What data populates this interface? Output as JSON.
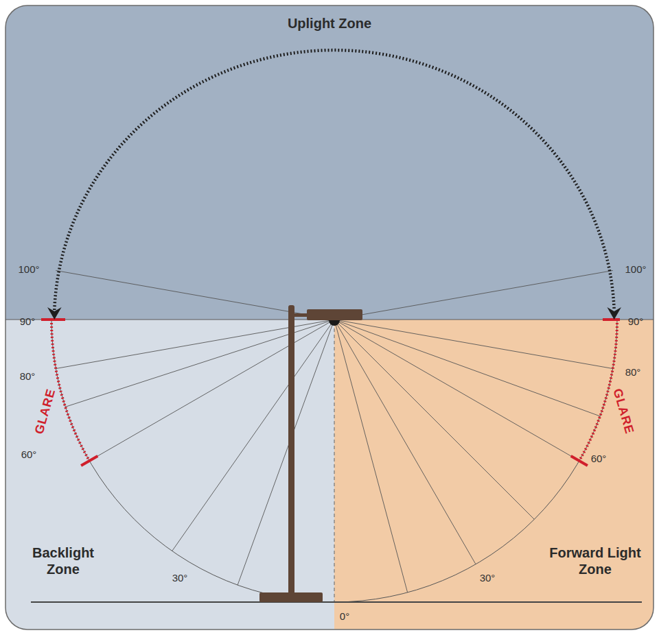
{
  "diagram": {
    "nodes": [
      {
        "text": [
          "Uplight Zone"
        ]
      },
      {
        "text": [
          "Backlight Zone"
        ]
      },
      {
        "text": [
          "Forward Light Zone"
        ]
      }
    ],
    "labels": [
      "100°",
      "100°",
      "90°",
      "90°",
      "80°",
      "80°",
      "GLARE",
      "GLARE",
      "60°",
      "60°",
      "30°",
      "30°",
      "0°"
    ]
  }
}
